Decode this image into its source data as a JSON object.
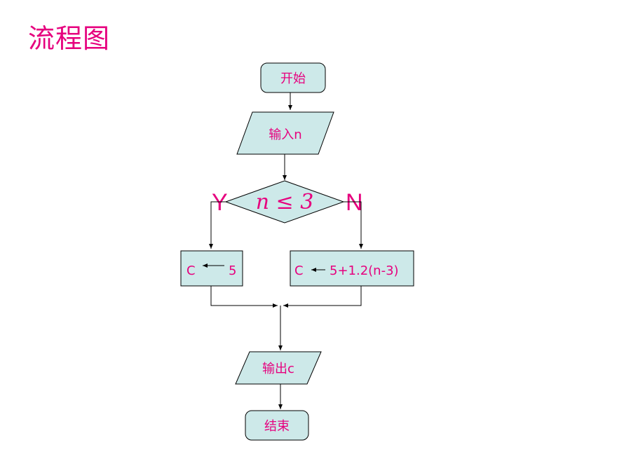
{
  "title": "流程图",
  "nodes": {
    "start": "开始",
    "input": "输入n",
    "condition": "n ≤ 3",
    "yes_label": "Y",
    "no_label": "N",
    "yes_box": {
      "var": "C",
      "value": "5"
    },
    "no_box": {
      "var": "C",
      "value": "5+1.2(n-3)"
    },
    "output": "输出c",
    "end": "结束"
  },
  "colors": {
    "text": "#e6007e",
    "fill": "#cde9e9",
    "line": "#000000"
  }
}
